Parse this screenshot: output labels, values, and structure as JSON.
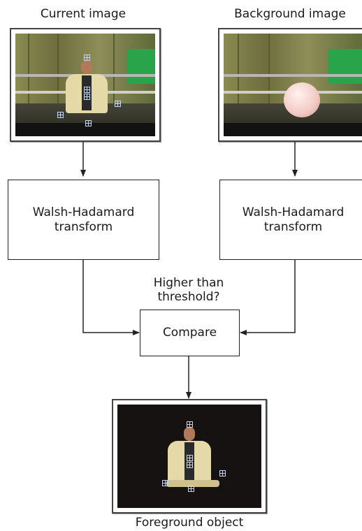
{
  "labels": {
    "current": "Current image",
    "background": "Background image",
    "foreground": "Foreground object",
    "question": [
      "Higher than",
      "threshold?"
    ]
  },
  "boxes": {
    "wht_left": [
      "Walsh-Hadamard",
      "transform"
    ],
    "wht_right": [
      "Walsh-Hadamard",
      "transform"
    ],
    "compare": "Compare"
  },
  "colors": {
    "line": "#222222",
    "wall": "#7a7a48",
    "green_screen": "#2aa44a",
    "desk": "#121212",
    "jacket": "#e6d9a8",
    "ball": "#f2c9c4",
    "marker": "#c8d6ec"
  }
}
